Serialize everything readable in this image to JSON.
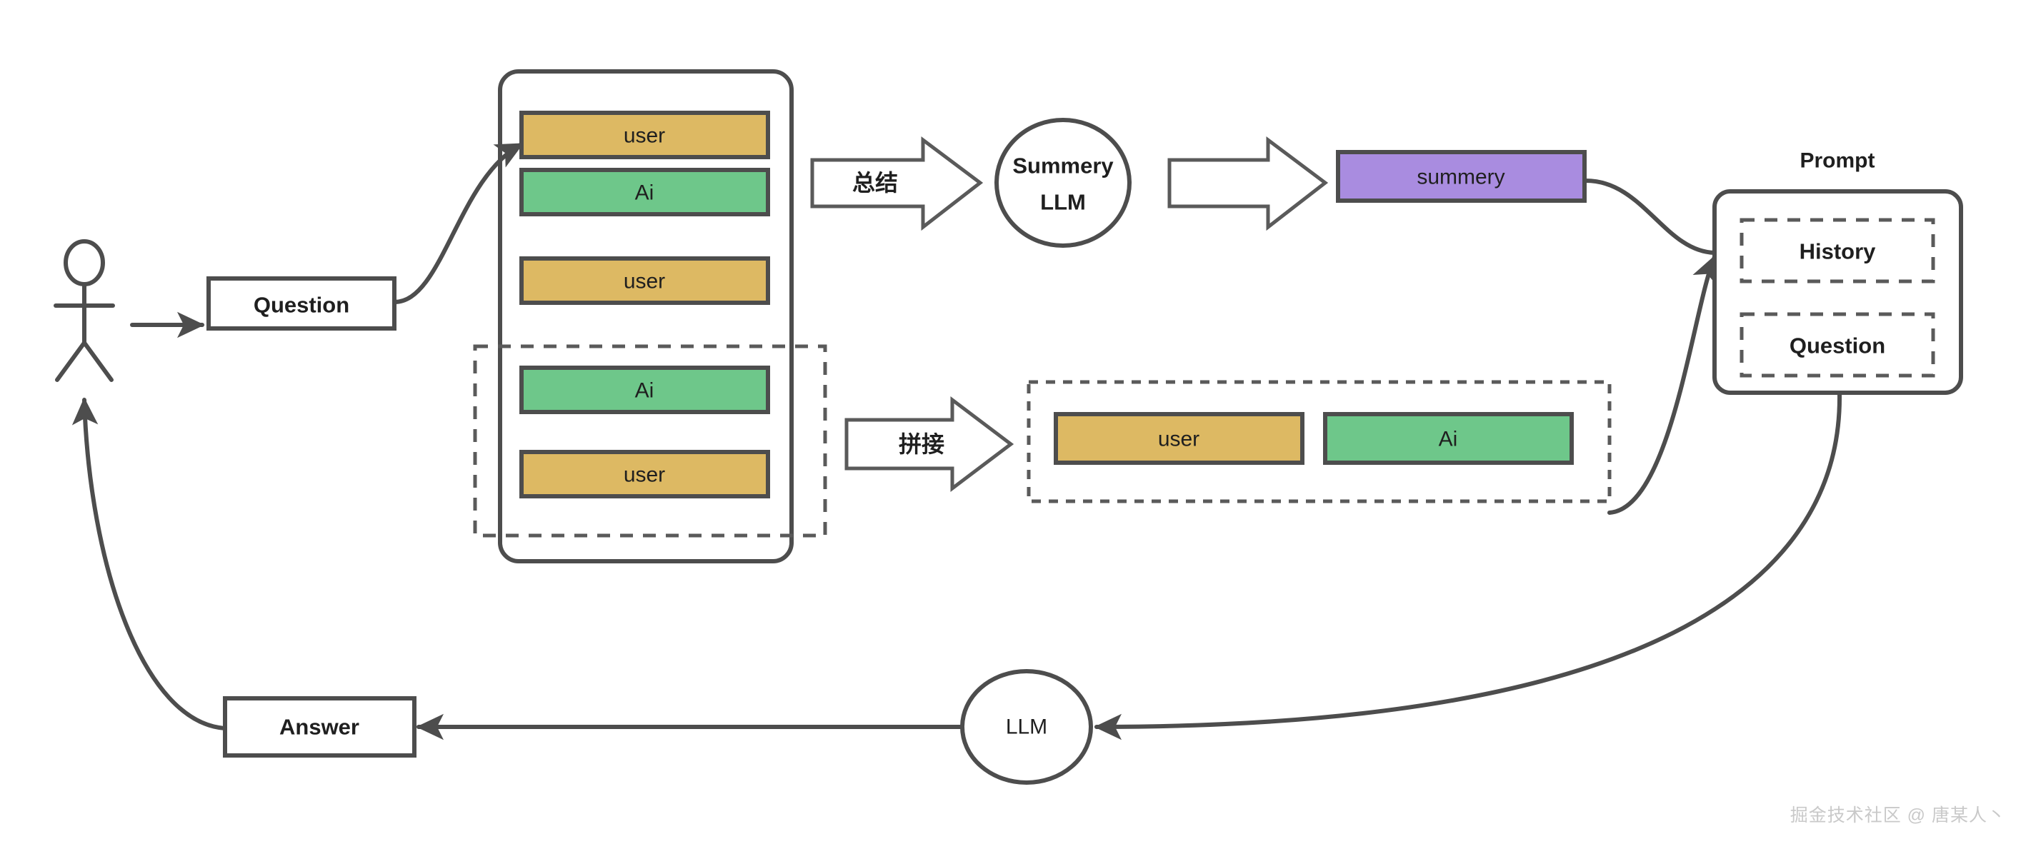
{
  "diagram": {
    "title": "LLM conversation memory summarization and prompt assembly flow",
    "colors": {
      "user_fill": "#ddb963",
      "ai_fill": "#6ec78a",
      "summery_fill": "#a98ce0",
      "stroke": "#4d4d4d",
      "dashed_stroke": "#5a5a5a",
      "background": "#ffffff",
      "text": "#1f1f1f",
      "watermark": "#c9c9c9"
    },
    "actor": {
      "name": "stick-figure-user",
      "label": ""
    },
    "question_box": {
      "label": "Question"
    },
    "history_container": {
      "name": "message-history-container",
      "messages": [
        {
          "role": "user",
          "label": "user",
          "fill": "#ddb963"
        },
        {
          "role": "ai",
          "label": "Ai",
          "fill": "#6ec78a"
        },
        {
          "role": "user",
          "label": "user",
          "fill": "#ddb963"
        },
        {
          "role": "ai",
          "label": "Ai",
          "fill": "#6ec78a"
        },
        {
          "role": "user",
          "label": "user",
          "fill": "#ddb963"
        }
      ],
      "recent_group_note": "dashed selection around the last two messages"
    },
    "summarize_arrow": {
      "label": "总结"
    },
    "concat_arrow": {
      "label": "拼接"
    },
    "summery_llm": {
      "line1": "Summery",
      "line2": "LLM"
    },
    "summery_box": {
      "label": "summery",
      "fill": "#a98ce0"
    },
    "recent_messages_group": {
      "name": "recent-messages-group",
      "messages": [
        {
          "role": "user",
          "label": "user",
          "fill": "#ddb963"
        },
        {
          "role": "ai",
          "label": "Ai",
          "fill": "#6ec78a"
        }
      ]
    },
    "prompt": {
      "title": "Prompt",
      "slots": [
        {
          "label": "History"
        },
        {
          "label": "Question"
        }
      ]
    },
    "llm": {
      "label": "LLM"
    },
    "answer_box": {
      "label": "Answer"
    },
    "watermark": {
      "text": "掘金技术社区 @ 唐某人丶"
    }
  }
}
